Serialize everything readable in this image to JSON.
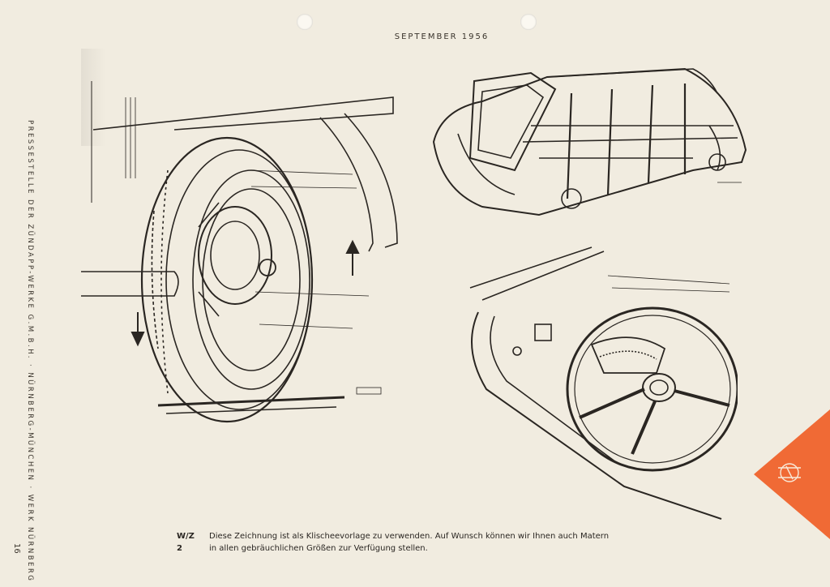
{
  "header": {
    "date": "SEPTEMBER 1956"
  },
  "sidebar": {
    "publisher": "PRESSESTELLE DER ZÜNDAPP-WERKE G.M.B.H. · NÜRNBERG-MÜNCHEN · WERK NÜRNBERG"
  },
  "footer": {
    "page_number": "16",
    "code": "W/Z 2",
    "caption_line1": "Diese Zeichnung ist als Klischeevorlage zu verwenden. Auf Wunsch können wir Ihnen auch Matern",
    "caption_line2": "in allen gebräuchlichen Größen zur Verfügung stellen."
  },
  "colors": {
    "paper": "#f1ece0",
    "ink": "#2a2622",
    "logo_orange": "#f06a35"
  },
  "icons": [
    "zundapp-logo-icon"
  ]
}
